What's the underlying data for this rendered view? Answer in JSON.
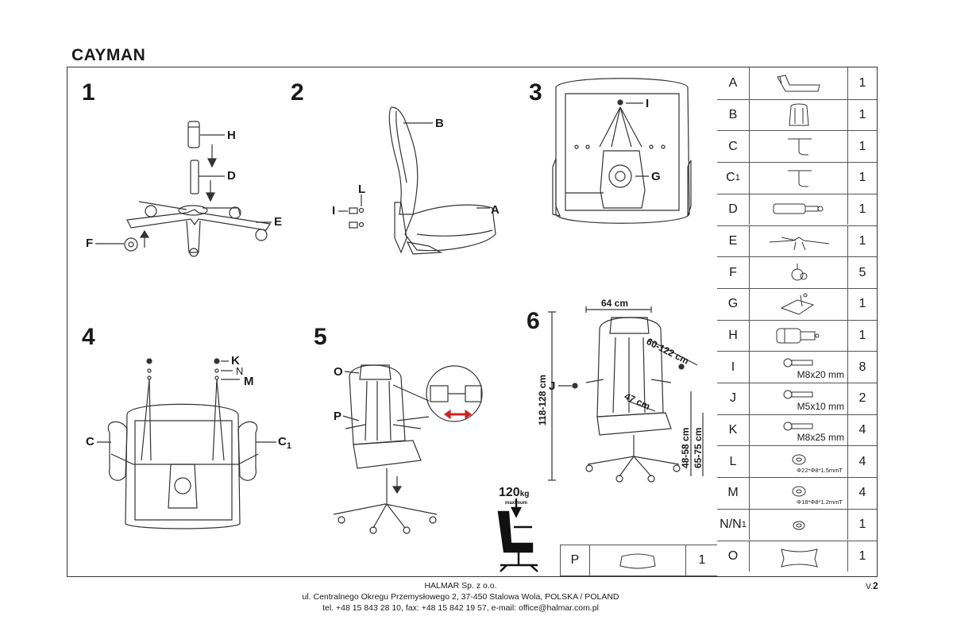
{
  "title": "CAYMAN",
  "steps": [
    {
      "number": "1",
      "labels": [
        "H",
        "D",
        "E",
        "F"
      ]
    },
    {
      "number": "2",
      "labels": [
        "B",
        "L",
        "I",
        "A"
      ]
    },
    {
      "number": "3",
      "labels": [
        "I",
        "G"
      ]
    },
    {
      "number": "4",
      "labels": [
        "K",
        "N",
        "M",
        "C",
        "C1"
      ]
    },
    {
      "number": "5",
      "labels": [
        "O",
        "P"
      ]
    },
    {
      "number": "6",
      "labels": [
        "J"
      ]
    }
  ],
  "dimensions": {
    "width": "64 cm",
    "seat_depth": "60-122 cm",
    "seat_width": "47 cm",
    "height": "118-128 cm",
    "seat_height_1": "48-58 cm",
    "seat_height_2": "65-75 cm"
  },
  "max_load": {
    "value": "120",
    "unit": "kg",
    "caption": "maximum"
  },
  "parts": [
    {
      "code": "A",
      "sub": "",
      "qty": "1",
      "spec": "",
      "icon": "seat-icon"
    },
    {
      "code": "B",
      "sub": "",
      "qty": "1",
      "spec": "",
      "icon": "backrest-icon"
    },
    {
      "code": "C",
      "sub": "",
      "qty": "1",
      "spec": "",
      "icon": "armrest-icon"
    },
    {
      "code": "C",
      "sub": "1",
      "qty": "1",
      "spec": "",
      "icon": "armrest-icon"
    },
    {
      "code": "D",
      "sub": "",
      "qty": "1",
      "spec": "",
      "icon": "gas-lift-icon"
    },
    {
      "code": "E",
      "sub": "",
      "qty": "1",
      "spec": "",
      "icon": "base-icon"
    },
    {
      "code": "F",
      "sub": "",
      "qty": "5",
      "spec": "",
      "icon": "caster-icon"
    },
    {
      "code": "G",
      "sub": "",
      "qty": "1",
      "spec": "",
      "icon": "mechanism-icon"
    },
    {
      "code": "H",
      "sub": "",
      "qty": "1",
      "spec": "",
      "icon": "cover-icon"
    },
    {
      "code": "I",
      "sub": "",
      "qty": "8",
      "spec": "M8x20 mm",
      "icon": "bolt-icon"
    },
    {
      "code": "J",
      "sub": "",
      "qty": "2",
      "spec": "M5x10 mm",
      "icon": "bolt-icon"
    },
    {
      "code": "K",
      "sub": "",
      "qty": "4",
      "spec": "M8x25 mm",
      "icon": "bolt-icon"
    },
    {
      "code": "L",
      "sub": "",
      "qty": "4",
      "spec": "Φ22*Φ8*1.5mmT",
      "icon": "washer-icon"
    },
    {
      "code": "M",
      "sub": "",
      "qty": "4",
      "spec": "Φ18*Φ8*1.2mmT",
      "icon": "washer-icon"
    },
    {
      "code": "N/N",
      "sub": "1",
      "qty": "1",
      "spec": "",
      "icon": "spring-washer-icon"
    },
    {
      "code": "O",
      "sub": "",
      "qty": "1",
      "spec": "",
      "icon": "pillow-icon"
    }
  ],
  "part_p": {
    "code": "P",
    "qty": "1",
    "icon": "lumbar-pillow-icon"
  },
  "footer": {
    "company": "HALMAR Sp. z o.o.",
    "address": "ul. Centralnego Okregu Przemysłowego 2, 37-450 Stalowa Wola, POLSKA / POLAND",
    "contact": "tel. +48 15 843 28 10, fax: +48 15 842 19 57, e-mail: office@halmar.com.pl"
  },
  "version": {
    "prefix": "V.",
    "number": "2"
  }
}
